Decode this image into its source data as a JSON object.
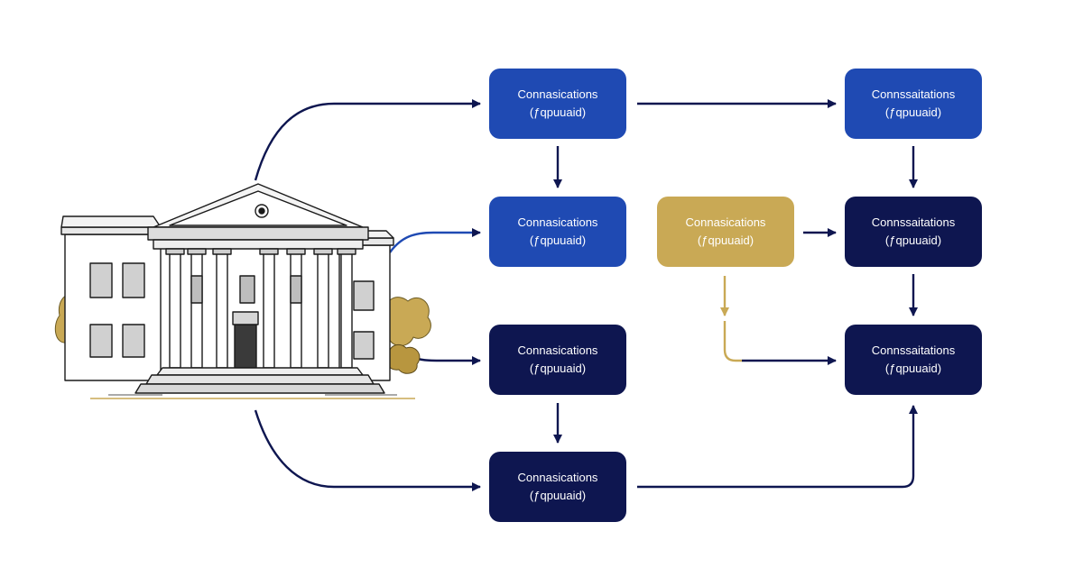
{
  "colors": {
    "blue": "#1f4ab3",
    "navy": "#0e1650",
    "gold": "#c9a955",
    "stroke": "#0e1650",
    "stroke_blue": "#1f4ab3",
    "stroke_gold": "#c9a955"
  },
  "illustration": {
    "icon": "government-building-sketch",
    "sign_text": ""
  },
  "nodes": [
    {
      "id": "n1",
      "line1": "Connasications",
      "line2": "(ƒqpuuaid)"
    },
    {
      "id": "n2",
      "line1": "Connasications",
      "line2": "(ƒqpuuaid)"
    },
    {
      "id": "n3",
      "line1": "Connasications",
      "line2": "(ƒqpuuaid)"
    },
    {
      "id": "n4",
      "line1": "Connasications",
      "line2": "(ƒqpuuaid)"
    },
    {
      "id": "n5",
      "line1": "Connssaitations",
      "line2": "(ƒqpuuaid)"
    },
    {
      "id": "n6",
      "line1": "Connasications",
      "line2": "(ƒqpuuaid)"
    },
    {
      "id": "n7",
      "line1": "Connssaitations",
      "line2": "(ƒqpuuaid)"
    },
    {
      "id": "n8",
      "line1": "Connssaitations",
      "line2": "(ƒqpuuaid)"
    }
  ],
  "edges": [
    {
      "from": "building",
      "to": "n1"
    },
    {
      "from": "building",
      "to": "n2"
    },
    {
      "from": "building",
      "to": "n3"
    },
    {
      "from": "building",
      "to": "n4"
    },
    {
      "from": "n1",
      "to": "n2"
    },
    {
      "from": "n1",
      "to": "n5"
    },
    {
      "from": "n3",
      "to": "n4"
    },
    {
      "from": "n4",
      "to": "n8"
    },
    {
      "from": "n5",
      "to": "n7"
    },
    {
      "from": "n6",
      "to": "n7"
    },
    {
      "from": "n6",
      "to": "n8"
    },
    {
      "from": "n7",
      "to": "n8"
    }
  ]
}
